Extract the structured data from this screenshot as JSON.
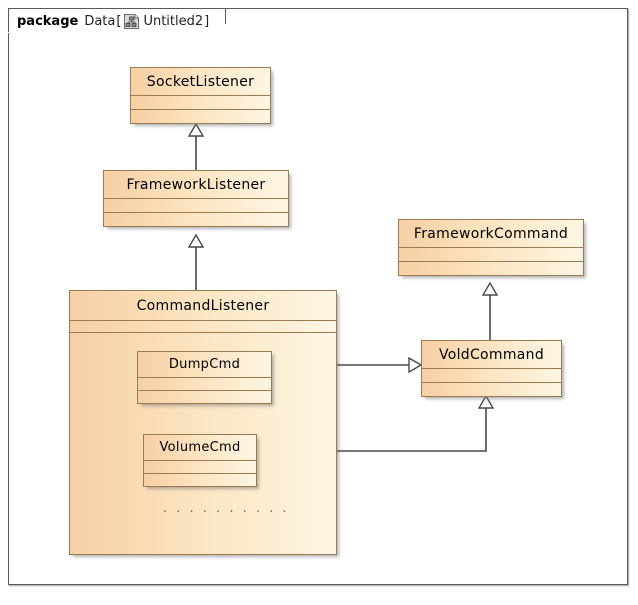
{
  "package": {
    "keyword": "package",
    "name": "Data",
    "bracket_open": "[",
    "bracket_close": "]",
    "diagram_icon": "class-diagram-icon",
    "diagram_name": "Untitled2"
  },
  "colors": {
    "class_fill_left": "#f7cfa4",
    "class_fill_right": "#fdf6e3",
    "class_border": "#9a7b52",
    "frame_border": "#5a5a5a",
    "connector": "#4a4a4a",
    "canvas": "#ffffff"
  },
  "classes": {
    "socket_listener": {
      "name": "SocketListener"
    },
    "framework_listener": {
      "name": "FrameworkListener"
    },
    "command_listener": {
      "name": "CommandListener"
    },
    "dump_cmd": {
      "name": "DumpCmd"
    },
    "volume_cmd": {
      "name": "VolumeCmd"
    },
    "framework_command": {
      "name": "FrameworkCommand"
    },
    "vold_command": {
      "name": "VoldCommand"
    }
  },
  "markers": {
    "ellipsis": ". . . . . . . . . ."
  },
  "relationships": [
    {
      "type": "generalization",
      "from": "FrameworkListener",
      "to": "SocketListener"
    },
    {
      "type": "generalization",
      "from": "CommandListener",
      "to": "FrameworkListener"
    },
    {
      "type": "generalization",
      "from": "VoldCommand",
      "to": "FrameworkCommand"
    },
    {
      "type": "generalization",
      "from": "DumpCmd",
      "to": "VoldCommand"
    },
    {
      "type": "generalization",
      "from": "VolumeCmd",
      "to": "VoldCommand"
    }
  ]
}
